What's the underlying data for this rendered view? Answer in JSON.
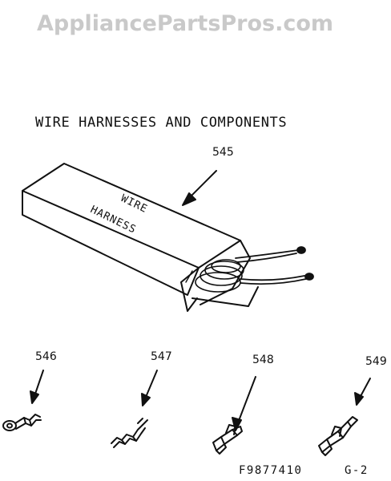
{
  "watermark": "AppliancePartsPros.com",
  "heading": "WIRE HARNESSES AND COMPONENTS",
  "box_text": {
    "line1": "WIRE",
    "line2": "HARNESS"
  },
  "callouts": {
    "harness": "545",
    "ring_terminal": "546",
    "splice_connector": "547",
    "terminal_a": "548",
    "terminal_b": "549"
  },
  "footer": {
    "code": "F9877410",
    "page": "G-2"
  }
}
